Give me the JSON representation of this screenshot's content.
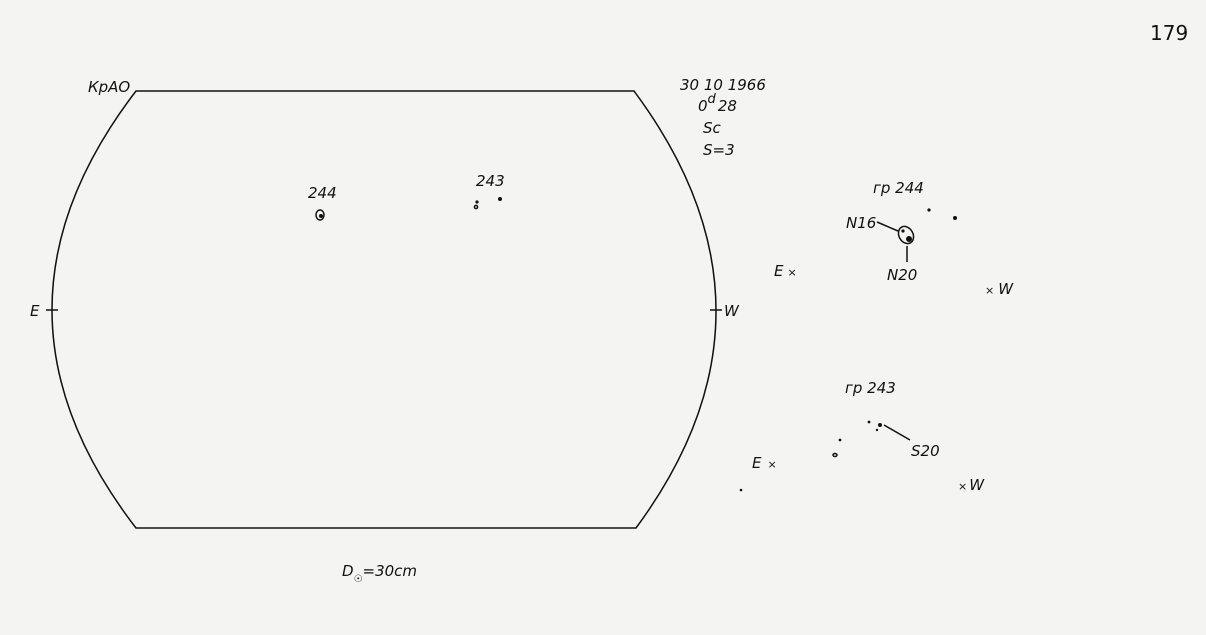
{
  "page_number": "179",
  "observatory_label": "КрАО",
  "observation": {
    "date": "30 10 1966",
    "time_days": "0",
    "time_sup": "d",
    "time_frac": "28",
    "quality": "Sc",
    "seeing": "S=3"
  },
  "disk": {
    "east_label": "E",
    "west_label": "W",
    "diameter_label": "D",
    "diameter_sub": "☉",
    "diameter_value": "=30cm",
    "groups": [
      {
        "label": "244"
      },
      {
        "label": "243"
      }
    ]
  },
  "detail_244": {
    "title": "гр 244",
    "annotations": [
      "N16",
      "N20"
    ],
    "east_label": "E",
    "west_label": "W"
  },
  "detail_243": {
    "title": "гр 243",
    "annotations": [
      "S20"
    ],
    "east_label": "E",
    "west_label": "W"
  }
}
